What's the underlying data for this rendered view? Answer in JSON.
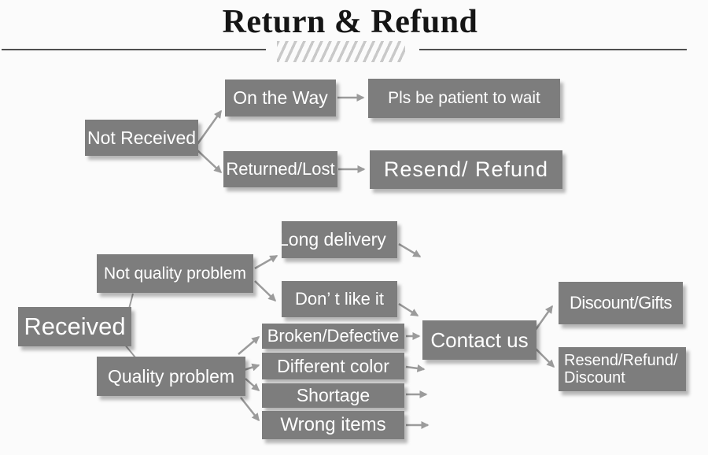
{
  "title": "Return & Refund",
  "colors": {
    "box_fill": "#7d7d7d",
    "box_text": "#ffffff",
    "arrow": "#9b9b9b",
    "title_text": "#151515",
    "divider_line": "#4f4f4f",
    "hatch": "#c9c9c9",
    "background": "#fbfbfb"
  },
  "nodes": {
    "not_received": {
      "label": "Not Received"
    },
    "on_the_way": {
      "label": "On the Way"
    },
    "pls_wait": {
      "label": "Pls be patient to wait"
    },
    "returned_lost": {
      "label": "Returned/Lost"
    },
    "resend_refund": {
      "label": "Resend/ Refund"
    },
    "received": {
      "label": "Received"
    },
    "not_quality_problem": {
      "label": "Not quality problem"
    },
    "quality_problem": {
      "label": "Quality problem"
    },
    "long_delivery": {
      "label": "Long delivery"
    },
    "dont_like_it": {
      "label": "Don’ t like it"
    },
    "broken_defective": {
      "label": "Broken/Defective"
    },
    "different_color": {
      "label": "Different color"
    },
    "shortage": {
      "label": "Shortage"
    },
    "wrong_items": {
      "label": "Wrong items"
    },
    "contact_us": {
      "label": "Contact us"
    },
    "discount_gifts": {
      "label": "Discount/Gifts"
    },
    "resend_refund_discount": {
      "line1": "Resend/Refund/",
      "line2": "Discount"
    }
  },
  "connections": [
    {
      "from": "Not Received",
      "to": "On the Way"
    },
    {
      "from": "Not Received",
      "to": "Returned/Lost"
    },
    {
      "from": "On the Way",
      "to": "Pls be patient to wait"
    },
    {
      "from": "Returned/Lost",
      "to": "Resend/ Refund"
    },
    {
      "from": "Received",
      "to": "Not quality problem"
    },
    {
      "from": "Received",
      "to": "Quality problem"
    },
    {
      "from": "Not quality problem",
      "to": "Long delivery"
    },
    {
      "from": "Not quality problem",
      "to": "Don’ t like it"
    },
    {
      "from": "Long delivery",
      "to": ""
    },
    {
      "from": "Don’ t like it",
      "to": "Contact us"
    },
    {
      "from": "Quality problem",
      "to": "Broken/Defective"
    },
    {
      "from": "Quality problem",
      "to": "Different color"
    },
    {
      "from": "Quality problem",
      "to": "Shortage"
    },
    {
      "from": "Quality problem",
      "to": "Wrong items"
    },
    {
      "from": "Broken/Defective",
      "to": "Contact us"
    },
    {
      "from": "Different color",
      "to": "Contact us"
    },
    {
      "from": "Shortage",
      "to": "Contact us"
    },
    {
      "from": "Wrong items",
      "to": "Contact us"
    },
    {
      "from": "Contact us",
      "to": "Discount/Gifts"
    },
    {
      "from": "Contact us",
      "to": "Resend/Refund/Discount"
    }
  ]
}
